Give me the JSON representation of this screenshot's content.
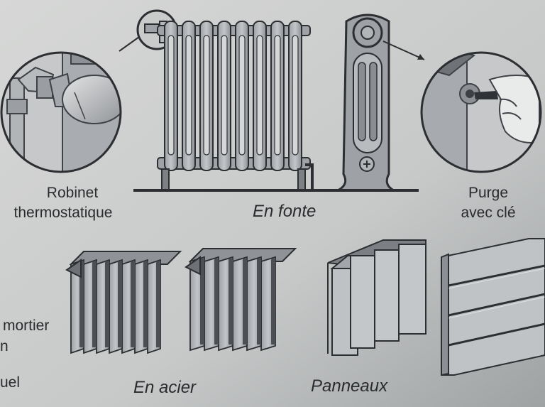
{
  "labels": {
    "thermostatic_valve": [
      "Robinet",
      "thermostatique"
    ],
    "cast_iron": "En fonte",
    "bleed_key": [
      "Purge",
      "avec clé"
    ],
    "left_cut": [
      "mortier",
      "n",
      "uel"
    ],
    "steel": "En acier",
    "panels": "Panneaux"
  },
  "colors": {
    "paper": "#c9cbcb",
    "ink": "#2a2b2e",
    "metal_light": "#b9bcbf",
    "metal_mid": "#8f9397",
    "metal_dark": "#4c4f53"
  }
}
